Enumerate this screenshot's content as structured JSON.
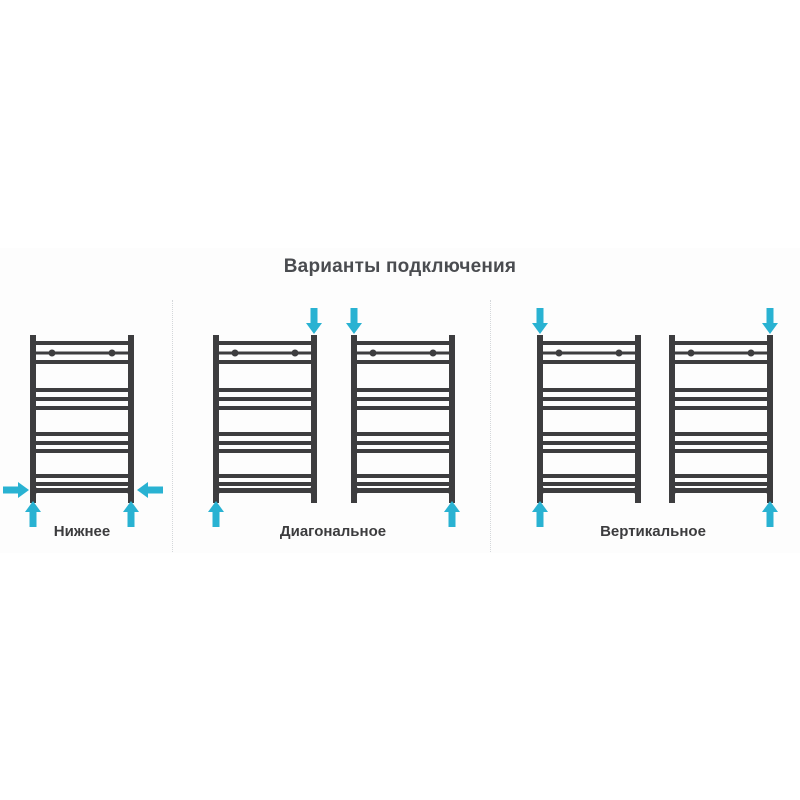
{
  "title": "Варианты подключения",
  "colors": {
    "background": "#ffffff",
    "title_text": "#4a4c50",
    "label_text": "#3c3c3e",
    "rail": "#3d3d3f",
    "arrow": "#29b2d2",
    "divider": "#d4d7da"
  },
  "groups": [
    {
      "label": "Нижнее",
      "connection_type": "bottom",
      "units": [
        {
          "arrows": [
            "side-left-in",
            "side-right-in",
            "bottom-left-up",
            "bottom-right-up"
          ]
        }
      ]
    },
    {
      "label": "Диагональное",
      "connection_type": "diagonal",
      "units": [
        {
          "arrows": [
            "top-right-down",
            "bottom-left-up"
          ]
        },
        {
          "arrows": [
            "top-left-down",
            "bottom-right-up"
          ]
        }
      ]
    },
    {
      "label": "Вертикальное",
      "connection_type": "vertical",
      "units": [
        {
          "arrows": [
            "top-left-down",
            "bottom-left-up"
          ]
        },
        {
          "arrows": [
            "top-right-down",
            "bottom-right-up"
          ]
        }
      ]
    }
  ],
  "icons": {
    "arrow-up": "flow direction in",
    "arrow-down": "flow direction in",
    "arrow-left": "flow direction in",
    "arrow-right": "flow direction in",
    "ladder-radiator": "heated towel rail"
  }
}
